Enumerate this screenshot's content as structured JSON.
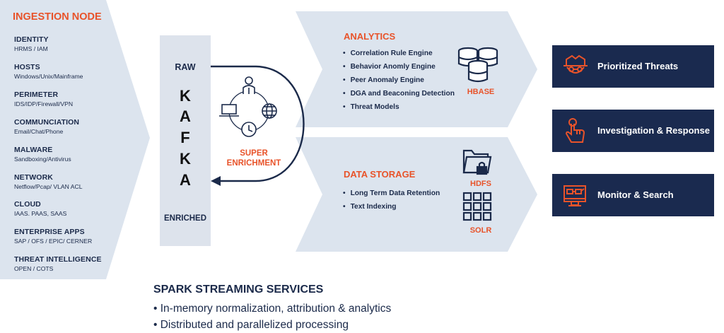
{
  "ingestion": {
    "title": "INGESTION NODE",
    "sources": [
      {
        "name": "IDENTITY",
        "desc": "HRMS / IAM"
      },
      {
        "name": "HOSTS",
        "desc": "Windows/Unix/Mainframe"
      },
      {
        "name": "PERIMETER",
        "desc": "IDS/IDP/Firewall/VPN"
      },
      {
        "name": "COMMUNCIATION",
        "desc": "Email/Chat/Phone"
      },
      {
        "name": "MALWARE",
        "desc": "Sandboxing/Antivirus"
      },
      {
        "name": "NETWORK",
        "desc": "Netflow/Pcap/ VLAN ACL"
      },
      {
        "name": "CLOUD",
        "desc": "IAAS. PAAS, SAAS"
      },
      {
        "name": "ENTERPRISE APPS",
        "desc": "SAP / OFS / EPIC/ CERNER"
      },
      {
        "name": "THREAT INTELLIGENCE",
        "desc": "OPEN / COTS"
      }
    ]
  },
  "kafka": {
    "raw": "RAW",
    "letters": [
      "K",
      "A",
      "F",
      "K",
      "A"
    ],
    "enriched": "ENRICHED"
  },
  "enrichment": {
    "line1": "SUPER",
    "line2": "ENRICHMENT"
  },
  "analytics": {
    "title": "ANALYTICS",
    "items": [
      "Correlation Rule Engine",
      "Behavior Anomly Engine",
      "Peer Anomaly Engine",
      "DGA and Beaconing Detection",
      "Threat Models"
    ],
    "db_label": "HBASE"
  },
  "storage": {
    "title": "DATA STORAGE",
    "items": [
      "Long Term Data Retention",
      "Text Indexing"
    ],
    "hdfs_label": "HDFS",
    "solr_label": "SOLR"
  },
  "outputs": [
    {
      "label": "Prioritized Threats",
      "icon": "spy-mask-icon"
    },
    {
      "label": "Investigation & Response",
      "icon": "pointing-hand-icon"
    },
    {
      "label": "Monitor & Search",
      "icon": "monitor-glasses-icon"
    }
  ],
  "spark": {
    "title": "SPARK STREAMING SERVICES",
    "items": [
      "In-memory normalization, attribution & analytics",
      "Distributed and parallelized processing"
    ]
  },
  "colors": {
    "accent": "#e8532a",
    "navy": "#1a2a4f",
    "panel": "#dce4ee",
    "kafka_box": "#dde3ec"
  }
}
